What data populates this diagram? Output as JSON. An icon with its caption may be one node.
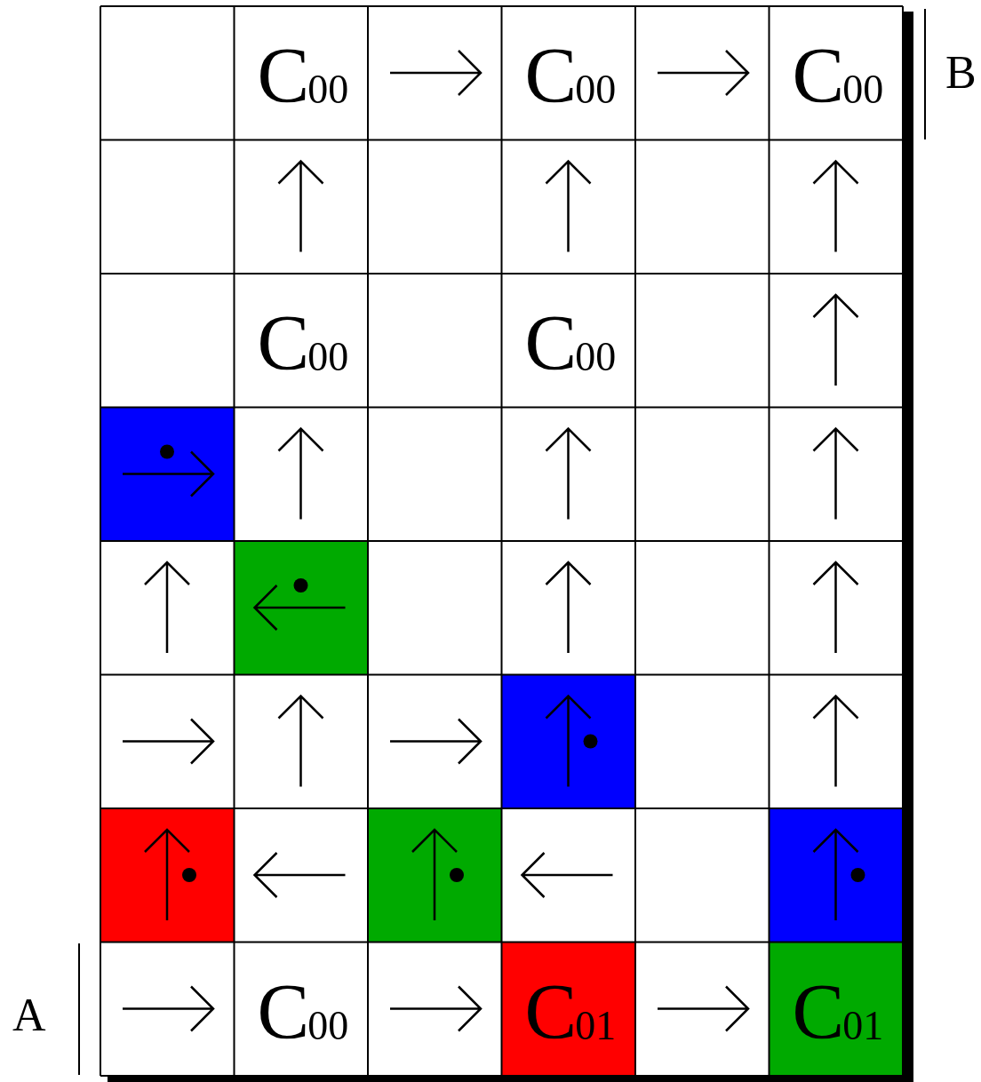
{
  "diagram": {
    "labels": [
      "C$_{00}$",
      "C$_{00}$",
      "C$_{00}$",
      "B",
      "C$_{00}$",
      "C$_{00}$",
      "A",
      "C$_{00}$",
      "C$_{01}$",
      "C$_{01}$"
    ]
  }
}
